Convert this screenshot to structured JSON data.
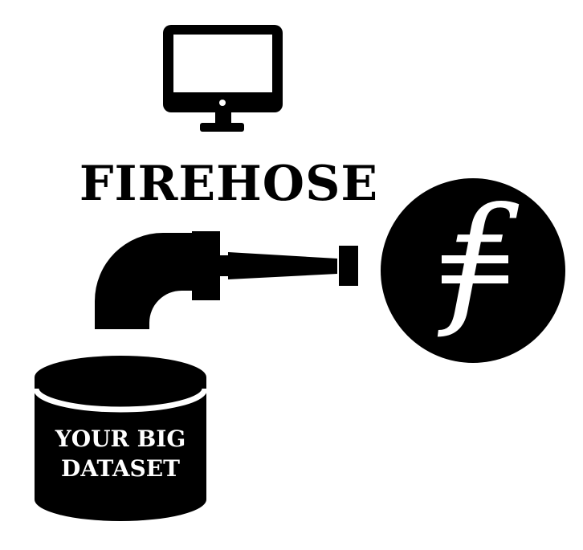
{
  "diagram": {
    "title": "FIREHOSE",
    "dataset_label_line1": "YOUR BIG",
    "dataset_label_line2": "DATASET",
    "filecoin_symbol": "f"
  },
  "icons": {
    "computer": "monitor-icon",
    "hose": "hose-pipe-icon",
    "dataset": "database-cylinder-icon",
    "filecoin": "filecoin-logo-icon"
  },
  "colors": {
    "ink": "#000000",
    "background": "#ffffff",
    "knockout": "#ffffff"
  }
}
